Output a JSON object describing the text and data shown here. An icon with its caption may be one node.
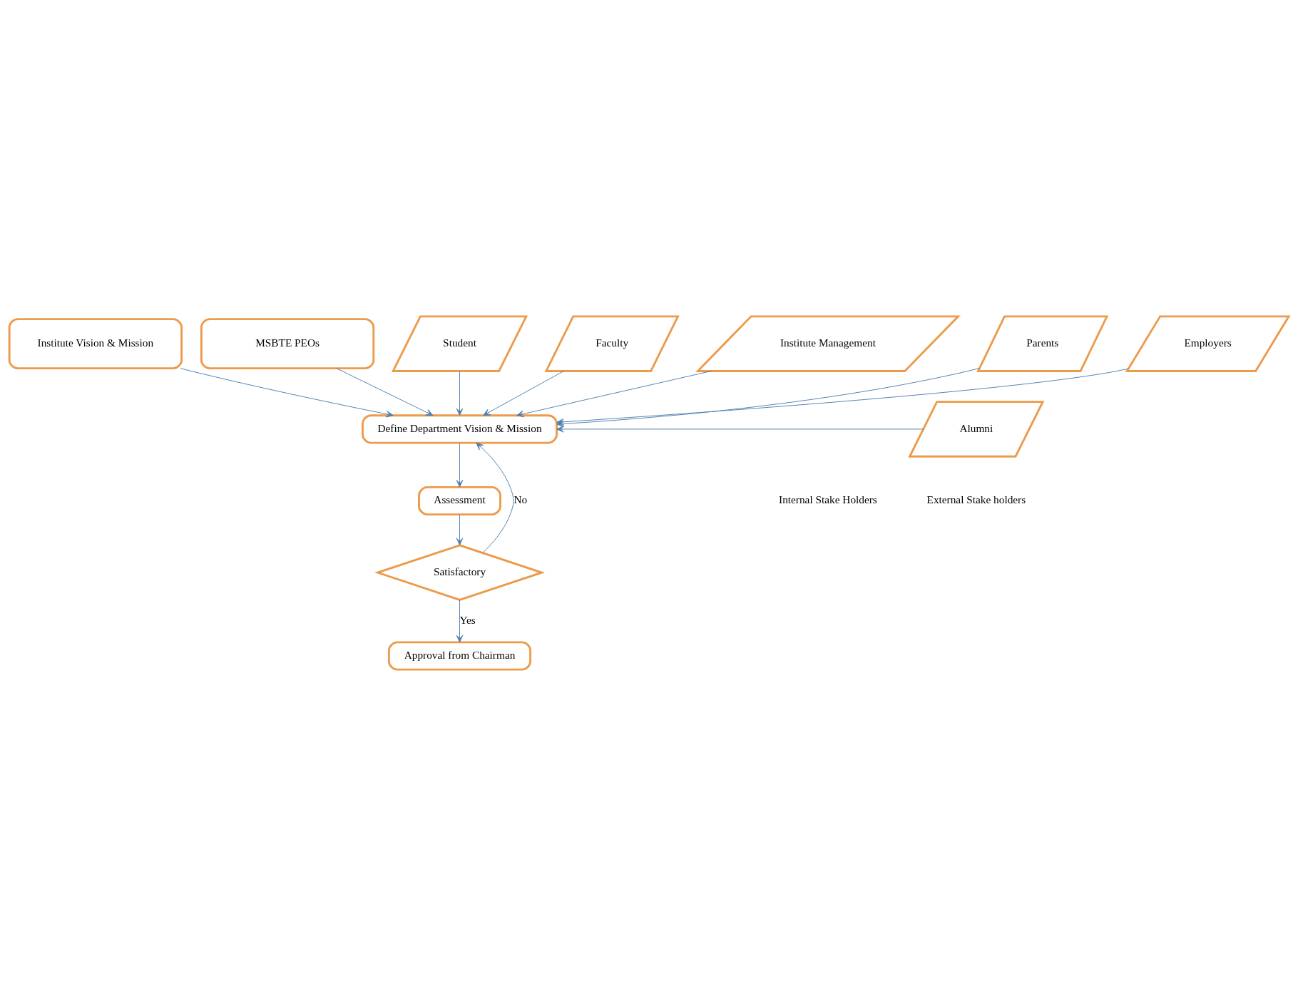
{
  "diagram": {
    "nodes": [
      {
        "text": [
          "Institute Vision & Mission"
        ]
      },
      {
        "text": [
          "MSBTE PEOs"
        ]
      },
      {
        "text": [
          "Student"
        ]
      },
      {
        "text": [
          "Faculty"
        ]
      },
      {
        "text": [
          "Institute Management"
        ]
      },
      {
        "text": [
          "Define Department Vision & Mission"
        ]
      },
      {
        "text": [
          "Parents"
        ]
      },
      {
        "text": [
          "Employers"
        ]
      },
      {
        "text": [
          "Alumni"
        ]
      },
      {
        "text": [
          "Assessment"
        ]
      },
      {
        "text": [
          "Satisfactory"
        ]
      },
      {
        "text": [
          "Approval from Chairman"
        ]
      }
    ],
    "edges": [
      {
        "from": 0,
        "to": 5,
        "arrow": "to"
      },
      {
        "from": 1,
        "to": 5,
        "arrow": "to"
      },
      {
        "from": 2,
        "to": 5,
        "arrow": "to"
      },
      {
        "from": 3,
        "to": 5,
        "arrow": "to"
      },
      {
        "from": 4,
        "to": 5,
        "arrow": "to"
      },
      {
        "from": 6,
        "to": 5,
        "arrow": "to"
      },
      {
        "from": 7,
        "to": 5,
        "arrow": "to"
      },
      {
        "from": 8,
        "to": 5,
        "arrow": "to"
      },
      {
        "from": 5,
        "to": 9,
        "arrow": "to"
      },
      {
        "from": 9,
        "to": 10,
        "arrow": "to"
      },
      {
        "from": 10,
        "to": 5,
        "label": "No",
        "arrow": "to"
      },
      {
        "from": 10,
        "to": 11,
        "label": "Yes",
        "arrow": "to"
      }
    ],
    "labels": [
      "Internal Stake Holders",
      "External Stake holders"
    ]
  }
}
